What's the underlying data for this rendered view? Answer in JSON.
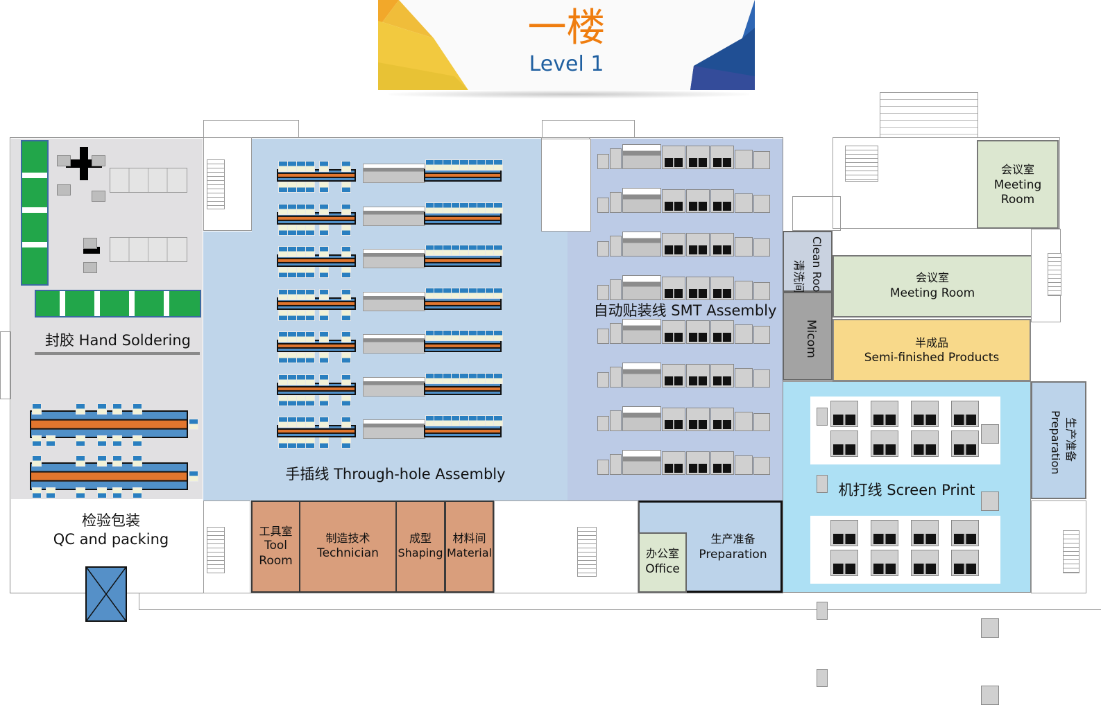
{
  "header": {
    "title_cn": "一楼",
    "title_en": "Level 1",
    "colors": {
      "title_cn": "#ef7d0f",
      "title_en": "#1f5fa0",
      "left_art": "#f2c233",
      "right_art": "#1f4e9a"
    }
  },
  "zones": {
    "hand_soldering": {
      "label": "封胶 Hand Soldering",
      "color": "#e1e0e2"
    },
    "qc_packing": {
      "label_cn": "检验包装",
      "label_en": "QC and packing",
      "color": "#e1e0e2"
    },
    "through_hole": {
      "label": "手插线 Through-hole Assembly",
      "color": "#bfd5ea",
      "line_count": 7
    },
    "smt": {
      "label": "自动贴装线 SMT Assembly",
      "color": "#bccbe6",
      "line_count": 8
    },
    "tool_room": {
      "label_cn": "工具室",
      "label_en1": "Tool",
      "label_en2": "Room",
      "color": "#d99e7c"
    },
    "technician": {
      "label_cn": "制造技术",
      "label_en": "Technician",
      "color": "#d99e7c"
    },
    "shaping": {
      "label_cn": "成型",
      "label_en": "Shaping",
      "color": "#d99e7c"
    },
    "material": {
      "label_cn": "材料间",
      "label_en": "Material",
      "color": "#d99e7c"
    },
    "office": {
      "label_cn": "办公室",
      "label_en": "Office",
      "color": "#dce7d0"
    },
    "preparation_bottom": {
      "label_cn": "生产准备",
      "label_en": "Preparation",
      "color": "#bcd3ea"
    },
    "meeting_room_top": {
      "label_cn": "会议室",
      "label_en1": "Meeting",
      "label_en2": "Room",
      "color": "#dce7d0"
    },
    "clean_room": {
      "label_cn": "清洗间",
      "label_en": "Clean Room",
      "color": "#c9d2e0"
    },
    "meeting_room_mid": {
      "label_cn": "会议室",
      "label_en": "Meeting Room",
      "color": "#dce7d0"
    },
    "micom": {
      "label": "Micom",
      "color": "#a3a3a3"
    },
    "semi_finished": {
      "label_cn": "半成品",
      "label_en": "Semi-finished Products",
      "color": "#f8d98a"
    },
    "screen_print": {
      "label": "机打线 Screen Print",
      "color": "#ade0f4",
      "machine_rows": 4
    },
    "preparation_right": {
      "label_cn": "生产准备",
      "label_en": "Preparation",
      "color": "#bcd3ea"
    }
  },
  "legend_colors": {
    "green_bench": "#22a64a",
    "conveyor_blue": "#5090c8",
    "conveyor_orange": "#e2762e"
  }
}
